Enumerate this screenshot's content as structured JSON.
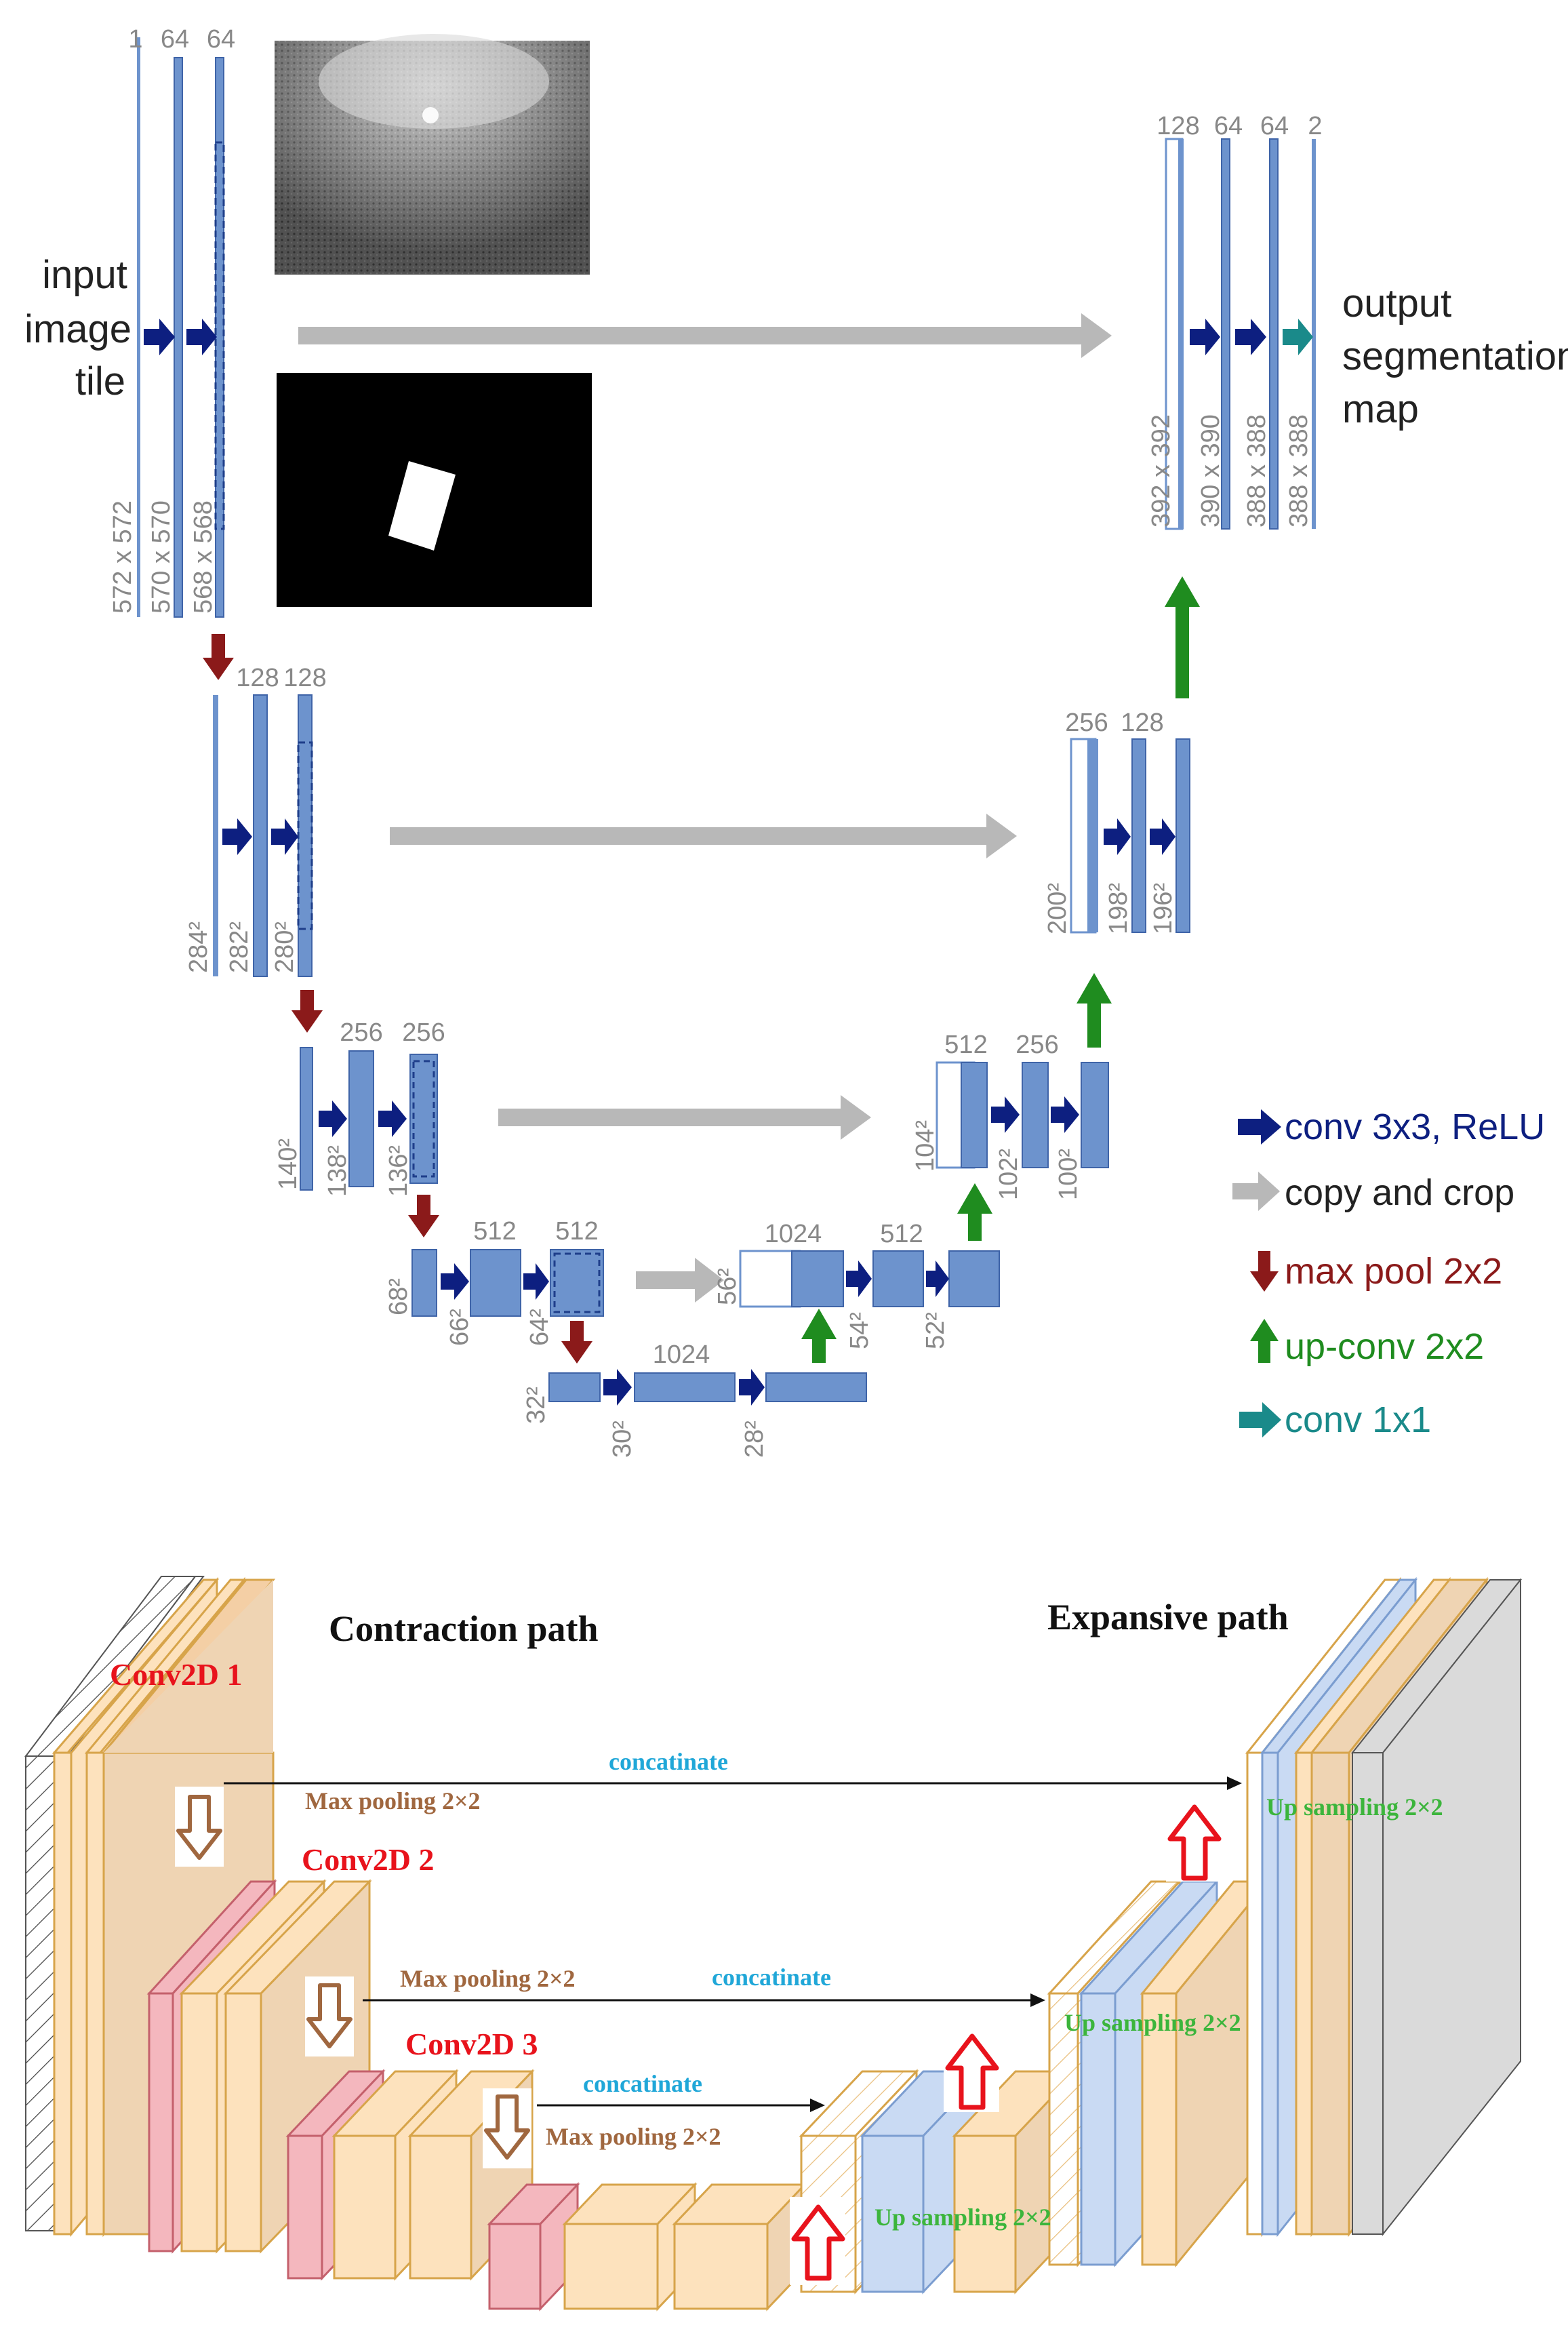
{
  "colors": {
    "block": "#6d93cd",
    "block_stroke": "#3f64a8",
    "conv": "#0d1f80",
    "copy": "#b8b8b8",
    "pool": "#8b1a1a",
    "upconv": "#1f8c1f",
    "conv1x1": "#1a8a8a",
    "conv2d_label": "#e8131c",
    "pool_label": "#a0673f",
    "concat_label": "#20a7d8",
    "up_label": "#3cb53c",
    "peach": "#fde2bd",
    "peach_stroke": "#d7a44a",
    "brown": "#efd4b3",
    "pink": "#f4b7be",
    "pink_stroke": "#c4606c",
    "lightblue": "#c9daf3",
    "lightblue_stroke": "#7b9dd0",
    "grey_panel": "#dadada"
  },
  "unet": {
    "input_label": [
      "input",
      "image",
      "tile"
    ],
    "output_label": [
      "output",
      "segmentation",
      "map"
    ],
    "level1": {
      "channels": [
        "1",
        "64",
        "64"
      ],
      "sizes": [
        "572 x 572",
        "570 x 570",
        "568 x 568"
      ],
      "right_channels": [
        "128",
        "64",
        "64",
        "2"
      ],
      "right_sizes": [
        "392 x 392",
        "390 x 390",
        "388 x 388",
        "388 x 388"
      ]
    },
    "level2": {
      "channels": [
        "128",
        "128"
      ],
      "sizes": [
        "284²",
        "282²",
        "280²"
      ],
      "right_channels": [
        "256",
        "128"
      ],
      "right_sizes": [
        "200²",
        "198²",
        "196²"
      ]
    },
    "level3": {
      "channels": [
        "256",
        "256"
      ],
      "sizes": [
        "140²",
        "138²",
        "136²"
      ],
      "right_channels": [
        "512",
        "256"
      ],
      "right_sizes": [
        "104²",
        "102²",
        "100²"
      ]
    },
    "level4": {
      "channels": [
        "512",
        "512"
      ],
      "sizes": [
        "68²",
        "66²",
        "64²"
      ],
      "right_channels": [
        "1024",
        "512"
      ],
      "right_sizes": [
        "56²",
        "54²",
        "52²"
      ]
    },
    "level5": {
      "channels": [
        "1024"
      ],
      "sizes": [
        "32²",
        "30²",
        "28²"
      ]
    },
    "legend": [
      {
        "label": "conv 3x3, ReLU",
        "icon": "right-arrow-icon",
        "color": "#0d1f80"
      },
      {
        "label": "copy and crop",
        "icon": "right-arrow-icon",
        "color": "#b8b8b8"
      },
      {
        "label": "max pool 2x2",
        "icon": "down-arrow-icon",
        "color": "#8b1a1a"
      },
      {
        "label": "up-conv 2x2",
        "icon": "up-arrow-icon",
        "color": "#1f8c1f"
      },
      {
        "label": "conv 1x1",
        "icon": "right-arrow-icon",
        "color": "#1a8a8a"
      }
    ]
  },
  "paths": {
    "contraction": "Contraction path",
    "expansive": "Expansive path",
    "conv1": "Conv2D 1",
    "conv2": "Conv2D 2",
    "conv3": "Conv2D 3",
    "maxpool": "Max pooling 2×2",
    "concat": "concatinate",
    "upsampling": "Up sampling 2×2"
  }
}
